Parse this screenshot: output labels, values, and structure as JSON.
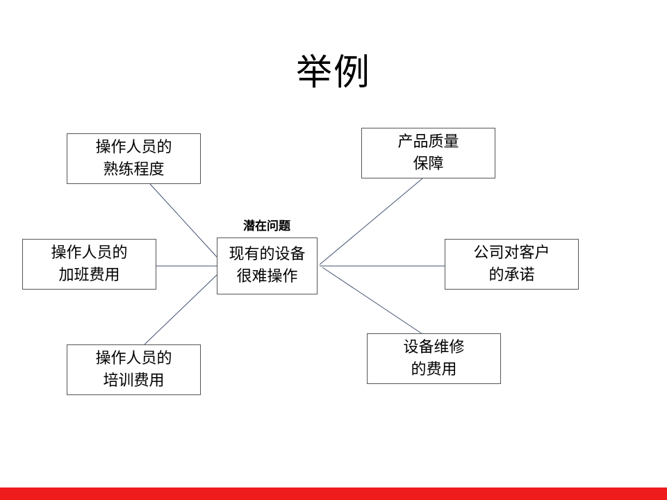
{
  "slide": {
    "title": "举例",
    "accent_color": "#ee1c1c",
    "line_color": "#3f4f6e"
  },
  "diagram": {
    "center": {
      "label": "潜在问题",
      "text": "现有的设备\n很难操作"
    },
    "left_nodes": [
      {
        "text": "操作人员的\n熟练程度"
      },
      {
        "text": "操作人员的\n加班费用"
      },
      {
        "text": "操作人员的\n培训费用"
      }
    ],
    "right_nodes": [
      {
        "text": "产品质量\n保障"
      },
      {
        "text": "公司对客户\n的承诺"
      },
      {
        "text": "设备维修\n的费用"
      }
    ]
  }
}
